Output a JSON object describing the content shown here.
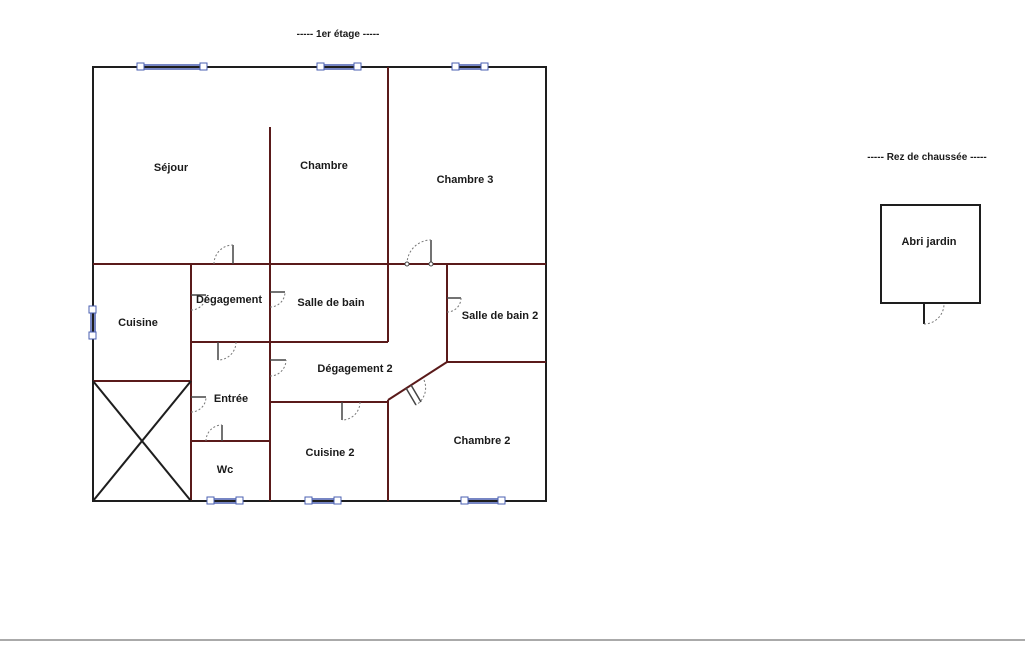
{
  "headers": {
    "floor1": "-----  1er étage  -----",
    "ground": "-----  Rez de chaussée  -----"
  },
  "rooms": {
    "sejour": "Séjour",
    "chambre": "Chambre",
    "chambre3": "Chambre 3",
    "cuisine": "Cuisine",
    "degagement": "Dégagement",
    "salle_de_bain": "Salle de bain",
    "salle_de_bain2": "Salle de bain 2",
    "degagement2": "Dégagement 2",
    "entree": "Entrée",
    "cuisine2": "Cuisine 2",
    "chambre2": "Chambre 2",
    "wc": "Wc",
    "abri_jardin": "Abri jardin"
  },
  "colors": {
    "outer_wall": "#1e1e1e",
    "inner_wall": "#5a1a1a",
    "window": "#4a5fb0"
  }
}
